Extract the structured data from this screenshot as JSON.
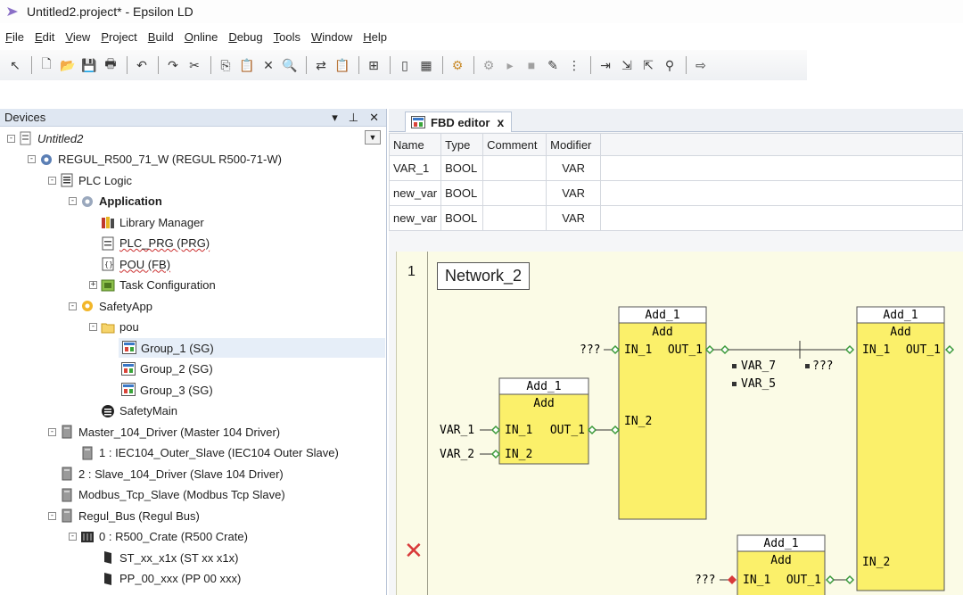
{
  "window": {
    "title": "Untitled2.project* - Epsilon LD"
  },
  "menu": [
    "File",
    "Edit",
    "View",
    "Project",
    "Build",
    "Online",
    "Debug",
    "Tools",
    "Window",
    "Help"
  ],
  "toolbar": {
    "buttons": [
      "pointer-icon",
      "new-file-icon",
      "open-folder-icon",
      "save-icon",
      "print-icon",
      "undo-icon",
      "redo-icon",
      "cut-icon",
      "copy-icon",
      "paste-icon",
      "delete-icon",
      "find-icon",
      "replace-icon",
      "clipboard-icon",
      "insert-icon",
      "device-icon",
      "screen-icon",
      "login-icon",
      "logout-icon",
      "run-icon",
      "stop-icon",
      "tools-icon",
      "breakpoint-icon",
      "step-over-icon",
      "step-into-icon",
      "step-out-icon",
      "debug-icon",
      "forward-icon"
    ]
  },
  "devices": {
    "header": "Devices",
    "tree": [
      {
        "label": "Untitled2",
        "style": "italic",
        "icon": "project-icon",
        "expander": "-"
      },
      {
        "label": "REGUL_R500_71_W (REGUL R500-71-W)",
        "icon": "device-gear-icon",
        "expander": "-"
      },
      {
        "label": "PLC Logic",
        "icon": "plc-logic-icon",
        "expander": "-"
      },
      {
        "label": "Application",
        "style": "bold",
        "icon": "application-icon",
        "expander": "-"
      },
      {
        "label": "Library Manager",
        "icon": "library-icon",
        "expander": ""
      },
      {
        "label": "PLC_PRG (PRG)",
        "style": "underline",
        "icon": "program-icon",
        "expander": ""
      },
      {
        "label": "POU (FB)",
        "style": "underline",
        "icon": "function-block-icon",
        "expander": ""
      },
      {
        "label": "Task Configuration",
        "icon": "task-config-icon",
        "expander": "+"
      },
      {
        "label": "SafetyApp",
        "icon": "safety-app-icon",
        "expander": "-"
      },
      {
        "label": "pou",
        "icon": "folder-icon",
        "expander": "-"
      },
      {
        "label": "Group_1 (SG)",
        "icon": "fbd-icon",
        "expander": "",
        "selected": true
      },
      {
        "label": "Group_2 (SG)",
        "icon": "fbd-icon",
        "expander": ""
      },
      {
        "label": "Group_3 (SG)",
        "icon": "fbd-icon",
        "expander": ""
      },
      {
        "label": "SafetyMain",
        "icon": "safety-main-icon",
        "expander": ""
      },
      {
        "label": "Master_104_Driver (Master 104 Driver)",
        "icon": "driver-icon",
        "expander": "-"
      },
      {
        "label": "1 : IEC104_Outer_Slave (IEC104 Outer Slave)",
        "icon": "driver-icon",
        "expander": ""
      },
      {
        "label": "2 : Slave_104_Driver (Slave 104 Driver)",
        "icon": "driver-icon",
        "expander": ""
      },
      {
        "label": "Modbus_Tcp_Slave (Modbus Tcp Slave)",
        "icon": "driver-icon",
        "expander": ""
      },
      {
        "label": "Regul_Bus (Regul Bus)",
        "icon": "driver-icon",
        "expander": "-"
      },
      {
        "label": "0 : R500_Crate (R500 Crate)",
        "icon": "crate-icon",
        "expander": "-"
      },
      {
        "label": "ST_xx_x1x (ST xx x1x)",
        "icon": "module-icon",
        "expander": ""
      },
      {
        "label": "PP_00_xxx (PP 00 xxx)",
        "icon": "module-icon",
        "expander": ""
      }
    ]
  },
  "editor": {
    "tab_label": "FBD editor",
    "close_label": "x",
    "table": {
      "headers": [
        "Name",
        "Type",
        "Comment",
        "Modifier"
      ],
      "rows": [
        [
          "VAR_1",
          "BOOL",
          "",
          "VAR"
        ],
        [
          "new_var",
          "BOOL",
          "",
          "VAR"
        ],
        [
          "new_var",
          "BOOL",
          "",
          "VAR"
        ]
      ]
    },
    "network": {
      "number": "1",
      "title": "Network_2",
      "blocks": [
        {
          "instance": "Add_1",
          "type": "Add",
          "inputs": [
            "IN_1",
            "IN_2"
          ],
          "output": "OUT_1"
        },
        {
          "instance": "Add_1",
          "type": "Add",
          "inputs": [
            "IN_1",
            "IN_2"
          ],
          "output": "OUT_1"
        },
        {
          "instance": "Add_1",
          "type": "Add",
          "inputs": [
            "IN_1",
            "IN_2"
          ],
          "output": "OUT_1"
        },
        {
          "instance": "Add_1",
          "type": "Add",
          "inputs": [
            "IN_1"
          ],
          "output": "OUT_1",
          "extra": "Add"
        }
      ],
      "labels": {
        "unknown": "???",
        "var1": "VAR_1",
        "var2": "VAR_2",
        "var7": "VAR_7",
        "var5": "VAR_5"
      },
      "error_mark": "✕"
    }
  },
  "colors": {
    "block_fill": "#fbf06a",
    "network_bg": "#fbfbe6",
    "panel_header": "#dfe7f2",
    "selection": "#e6eef8",
    "error": "#d83a3a"
  }
}
